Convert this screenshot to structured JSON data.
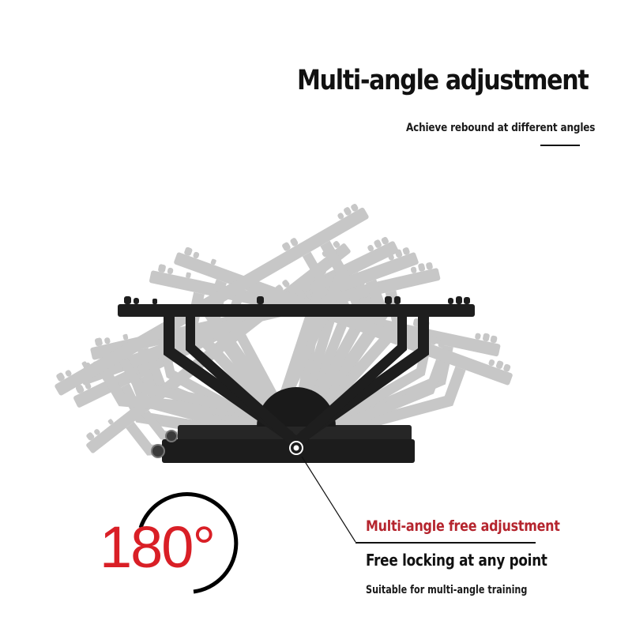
{
  "header": {
    "title": "Multi-angle adjustment",
    "subtitle": "Achieve rebound at different angles"
  },
  "badge": {
    "value": "180°",
    "value_color": "#d91f26",
    "arc_color": "#000000"
  },
  "feature": {
    "title": "Multi-angle free adjustment",
    "title_color": "#b5252e",
    "main": "Free locking at any point",
    "sub": "Suitable for multi-angle training"
  },
  "illustration": {
    "subject": "rebound-frame-stand",
    "frame_color": "#1e1e1e",
    "ghost_color": "#9a9a9a",
    "ghost_angles_deg": [
      -42,
      -28,
      -18,
      -10,
      10,
      18,
      28
    ]
  }
}
